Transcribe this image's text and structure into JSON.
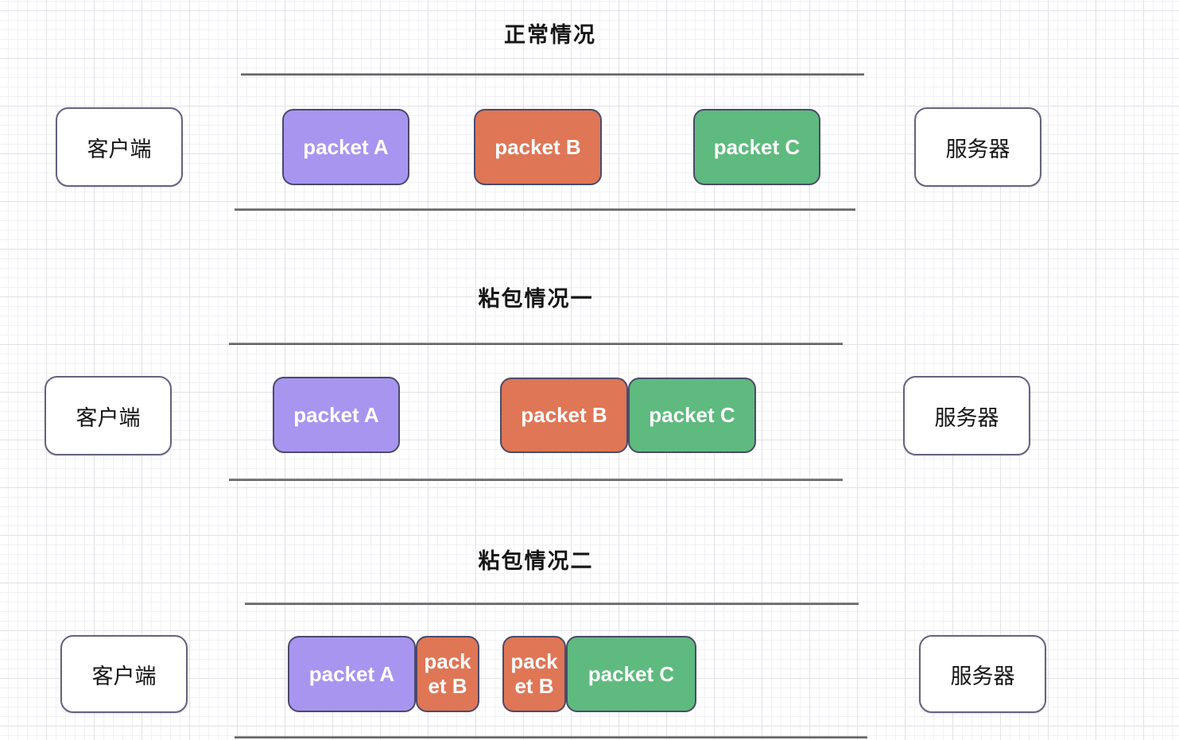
{
  "canvas": {
    "background": "#ffffff",
    "grid_minor_color": "#f1f1f5",
    "grid_major_color": "#e1e1e7",
    "stream_line_color": "#5a5a5a"
  },
  "colors": {
    "packet_a": "#a895f0",
    "packet_b": "#df7656",
    "packet_c": "#5eba7e",
    "packet_text": "#ffffff",
    "packet_border": "#4a4a6a",
    "endpoint_border": "#63637f",
    "title_text": "#161616"
  },
  "sections": [
    {
      "title": "正常情况",
      "client_label": "客户端",
      "server_label": "服务器",
      "packets": [
        {
          "label": "packet A",
          "color": "#a895f0"
        },
        {
          "label": "packet B",
          "color": "#df7656"
        },
        {
          "label": "packet C",
          "color": "#5eba7e"
        }
      ]
    },
    {
      "title": "粘包情况一",
      "client_label": "客户端",
      "server_label": "服务器",
      "packets": [
        {
          "label": "packet A",
          "color": "#a895f0"
        },
        {
          "label": "packet B",
          "color": "#df7656"
        },
        {
          "label": "packet C",
          "color": "#5eba7e"
        }
      ]
    },
    {
      "title": "粘包情况二",
      "client_label": "客户端",
      "server_label": "服务器",
      "packets": [
        {
          "label": "packet A",
          "color": "#a895f0"
        },
        {
          "label": "packet B",
          "color": "#df7656"
        },
        {
          "label": "packet B",
          "color": "#df7656"
        },
        {
          "label": "packet C",
          "color": "#5eba7e"
        }
      ]
    }
  ]
}
